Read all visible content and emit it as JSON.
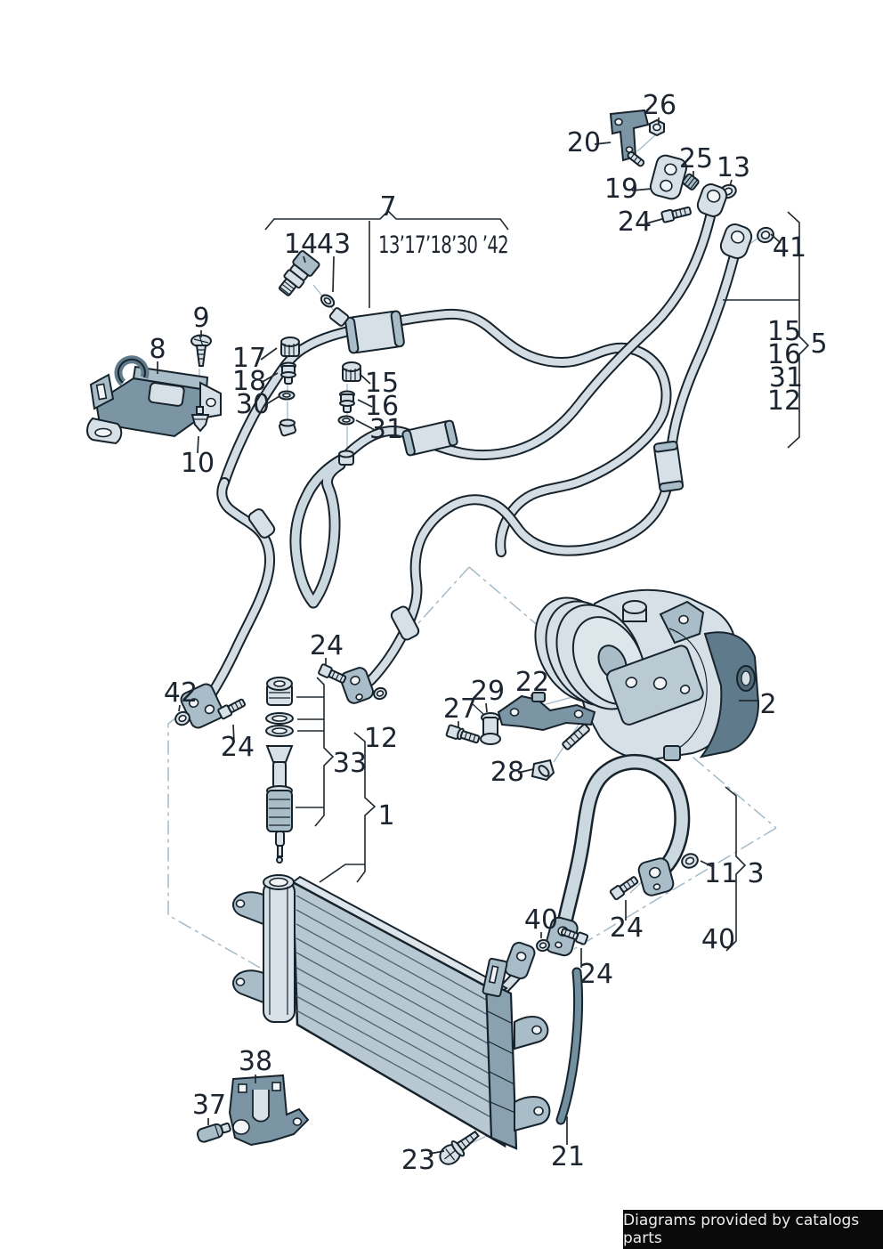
{
  "diagram": {
    "type": "parts-diagram",
    "subject": "air-conditioning condenser, compressor and refrigerant lines",
    "colors": {
      "background": "#ffffff",
      "line_art": "#17232c",
      "part_light": "#d6e0e6",
      "part_mid": "#a9bdc8",
      "part_dark": "#7b95a4",
      "assembly_line": "#a3bac8",
      "label_text": "#1d2530",
      "footer_bg": "#0a0a0a",
      "footer_text": "#ededed"
    },
    "callouts": {
      "n26": {
        "text": "26"
      },
      "n20": {
        "text": "20"
      },
      "n25": {
        "text": "25"
      },
      "n13": {
        "text": "13"
      },
      "n19": {
        "text": "19"
      },
      "n24a": {
        "text": "24"
      },
      "n41": {
        "text": "41"
      },
      "n7": {
        "text": "7"
      },
      "n14": {
        "text": "14"
      },
      "n43": {
        "text": "43"
      },
      "group7": {
        "text": "13’17’18’30 ’42"
      },
      "n9": {
        "text": "9"
      },
      "n8": {
        "text": "8"
      },
      "n17": {
        "text": "17"
      },
      "n18": {
        "text": "18"
      },
      "n30": {
        "text": "30"
      },
      "n15": {
        "text": "15"
      },
      "n16": {
        "text": "16"
      },
      "n31": {
        "text": "31"
      },
      "n10": {
        "text": "10"
      },
      "r15": {
        "text": "15"
      },
      "r16": {
        "text": "16"
      },
      "r31": {
        "text": "31"
      },
      "r12": {
        "text": "12"
      },
      "n5": {
        "text": "5"
      },
      "n42": {
        "text": "42"
      },
      "n24b": {
        "text": "24"
      },
      "n24c": {
        "text": "24"
      },
      "n33": {
        "text": "33"
      },
      "n12": {
        "text": "12"
      },
      "n1": {
        "text": "1"
      },
      "n29": {
        "text": "29"
      },
      "n27": {
        "text": "27"
      },
      "n22": {
        "text": "22"
      },
      "n28": {
        "text": "28"
      },
      "n2": {
        "text": "2"
      },
      "n11": {
        "text": "11"
      },
      "n3": {
        "text": "3"
      },
      "n40a": {
        "text": "40"
      },
      "n24d": {
        "text": "24"
      },
      "n40b": {
        "text": "40"
      },
      "n24e": {
        "text": "24"
      },
      "n38": {
        "text": "38"
      },
      "n37": {
        "text": "37"
      },
      "n23": {
        "text": "23"
      },
      "n21": {
        "text": "21"
      }
    },
    "footer": {
      "text": "Diagrams provided by catalogs parts"
    }
  }
}
